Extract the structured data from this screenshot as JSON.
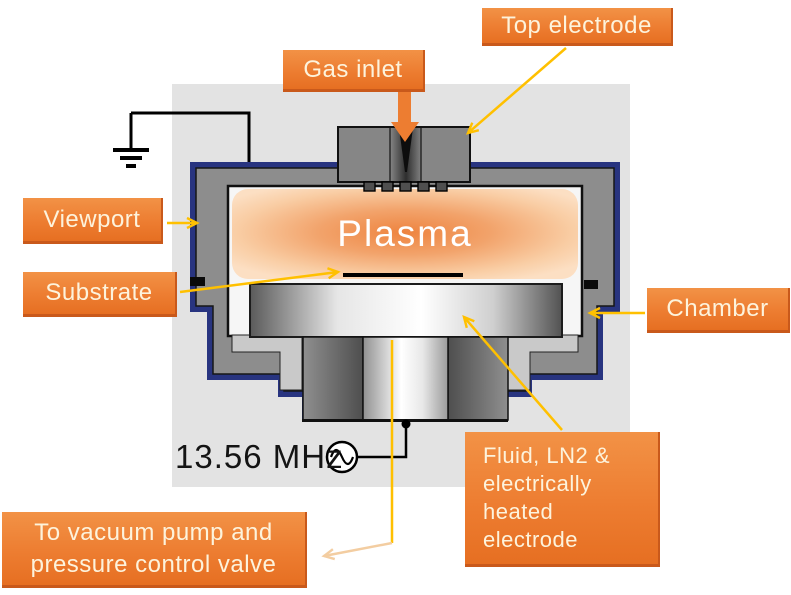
{
  "labels": {
    "top_electrode": "Top electrode",
    "gas_inlet": "Gas inlet",
    "viewport": "Viewport",
    "substrate": "Substrate",
    "chamber": "Chamber",
    "fluid_electrode": "Fluid, LN2 &\nelectrically\nheated\nelectrode",
    "vacuum_pump": "To vacuum pump and\npressure control valve",
    "plasma": "Plasma",
    "rf_frequency": "13.56 MHz"
  },
  "icons": {
    "ground": "ground-icon",
    "rf_source": "rf-sine-source-icon",
    "gas_arrow": "gas-inlet-arrow-icon",
    "showerhead": "showerhead-nozzles"
  },
  "colors": {
    "label_bg": "#ED7D31",
    "label_bg_light": "#F29246",
    "label_bg_dark": "#E66F22",
    "label_border": "#C9591B",
    "label_text": "#FDF3DC",
    "arrow_gold": "#FFC000",
    "arrow_pale": "#F3CDA1",
    "gas_arrow_orange": "#ED7D31",
    "chamber_navy": "#283480",
    "chamber_gray": "#8D8D8D",
    "backdrop_gray": "#E3E3E3",
    "plasma_core": "#EE8440",
    "plasma_edge": "#FCDFC3"
  }
}
